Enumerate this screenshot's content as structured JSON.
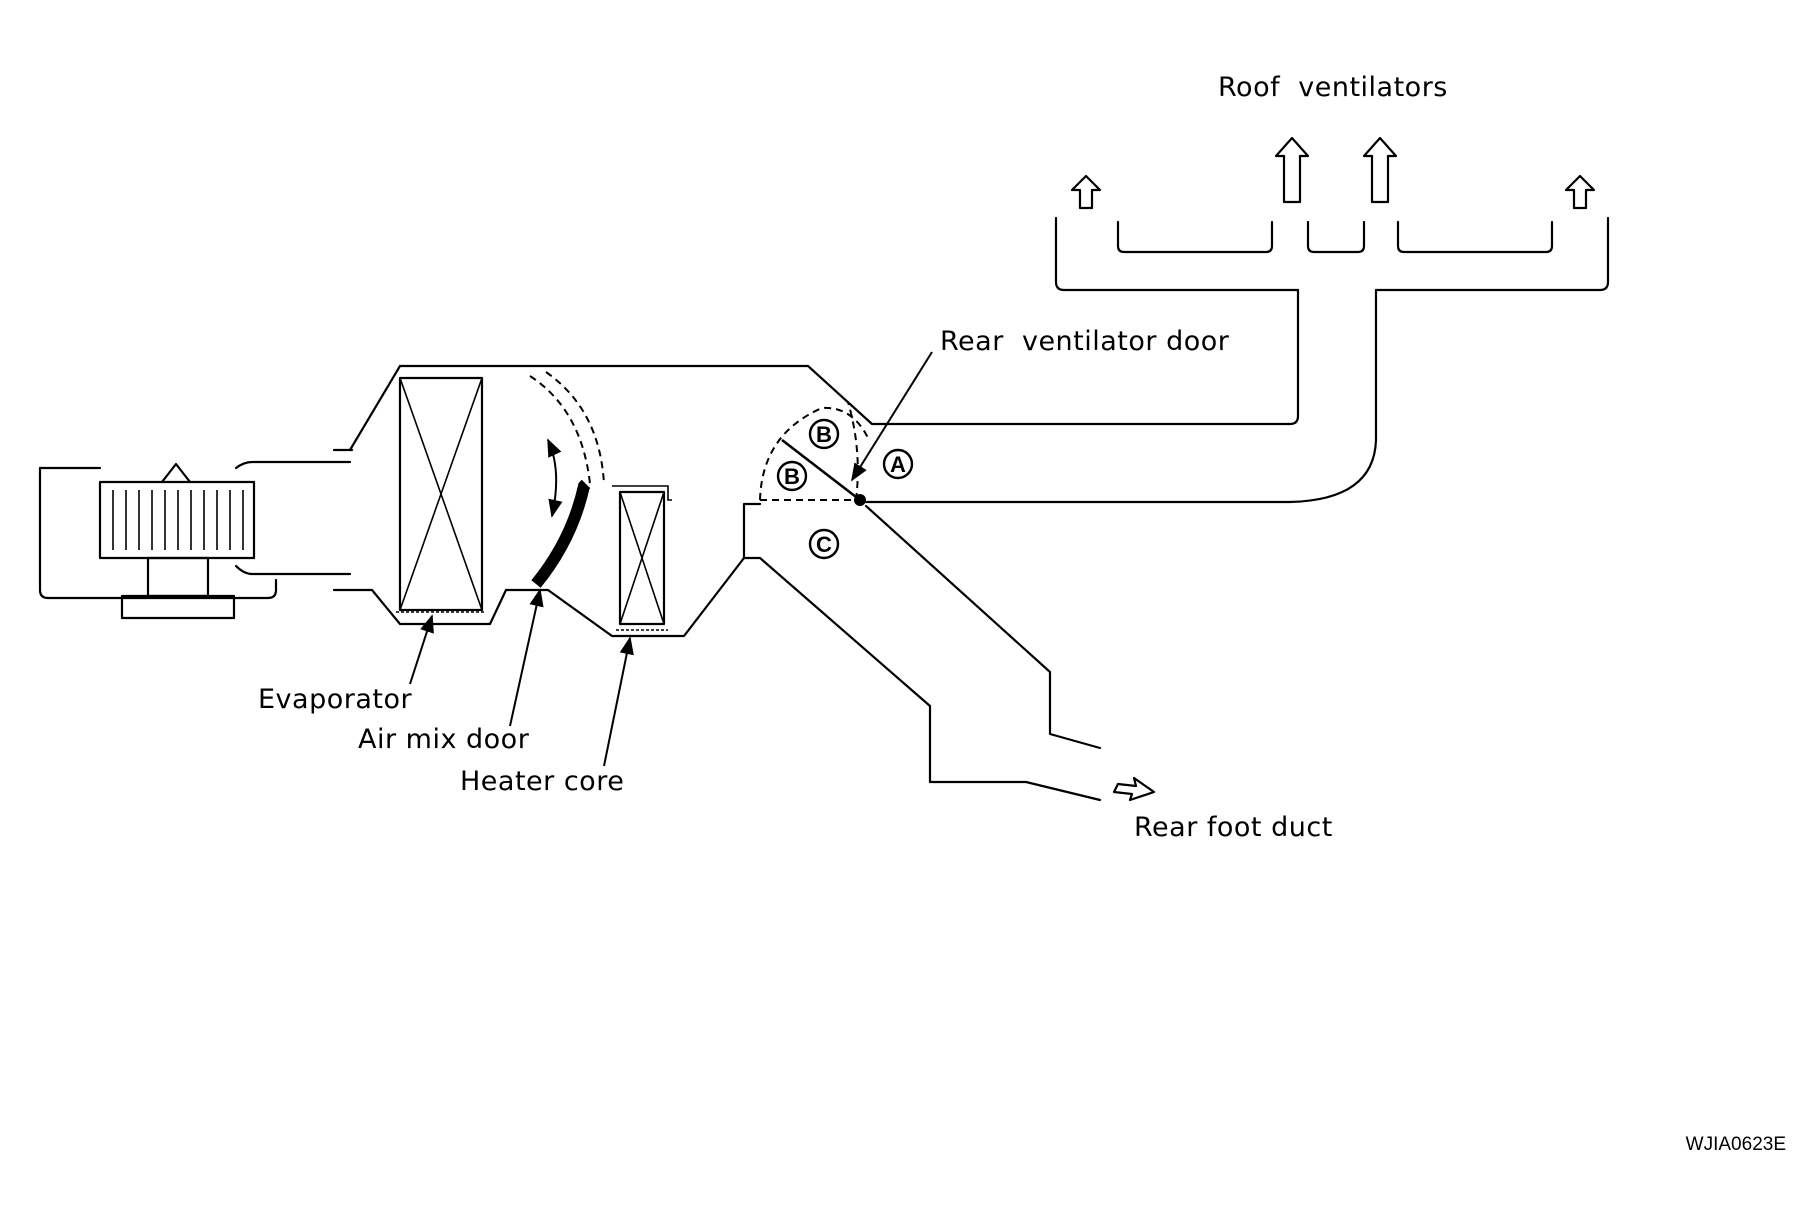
{
  "labels": {
    "roof_ventilators": "Roof  ventilators",
    "rear_ventilator_door": "Rear  ventilator door",
    "evaporator": "Evaporator",
    "air_mix_door": "Air mix door",
    "heater_core": "Heater core",
    "rear_foot_duct": "Rear foot duct"
  },
  "zones": {
    "a": "A",
    "b": "B",
    "c": "C"
  },
  "figure_code": "WJIA0623E"
}
